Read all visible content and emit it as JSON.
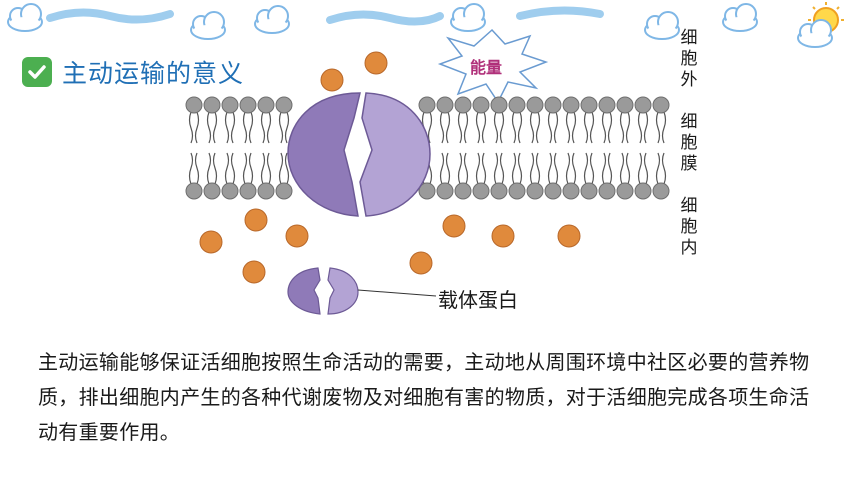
{
  "slide": {
    "title": "主动运输的意义",
    "labels": {
      "outside": "细胞外",
      "membrane": "细胞膜",
      "inside": "细胞内"
    },
    "energy_label": "能量",
    "carrier_label": "载体蛋白",
    "body_text": "主动运输能够保证活细胞按照生命活动的需要，主动地从周围环境中社区必要的营养物质，排出细胞内产生的各种代谢废物及对细胞有害的物质，对于活细胞完成各项生命活动有重要作用。"
  },
  "colors": {
    "title": "#1f6fb5",
    "check_icon": "#4caf50",
    "energy_text": "#b0307a",
    "particle": "#e08a3c",
    "protein": "#8f7ab8",
    "lipid_head": "#9a9a9a"
  },
  "icons": [
    "cloud-icon",
    "sun-icon",
    "check-icon",
    "energy-burst-icon",
    "particle-icon",
    "carrier-protein-icon"
  ]
}
